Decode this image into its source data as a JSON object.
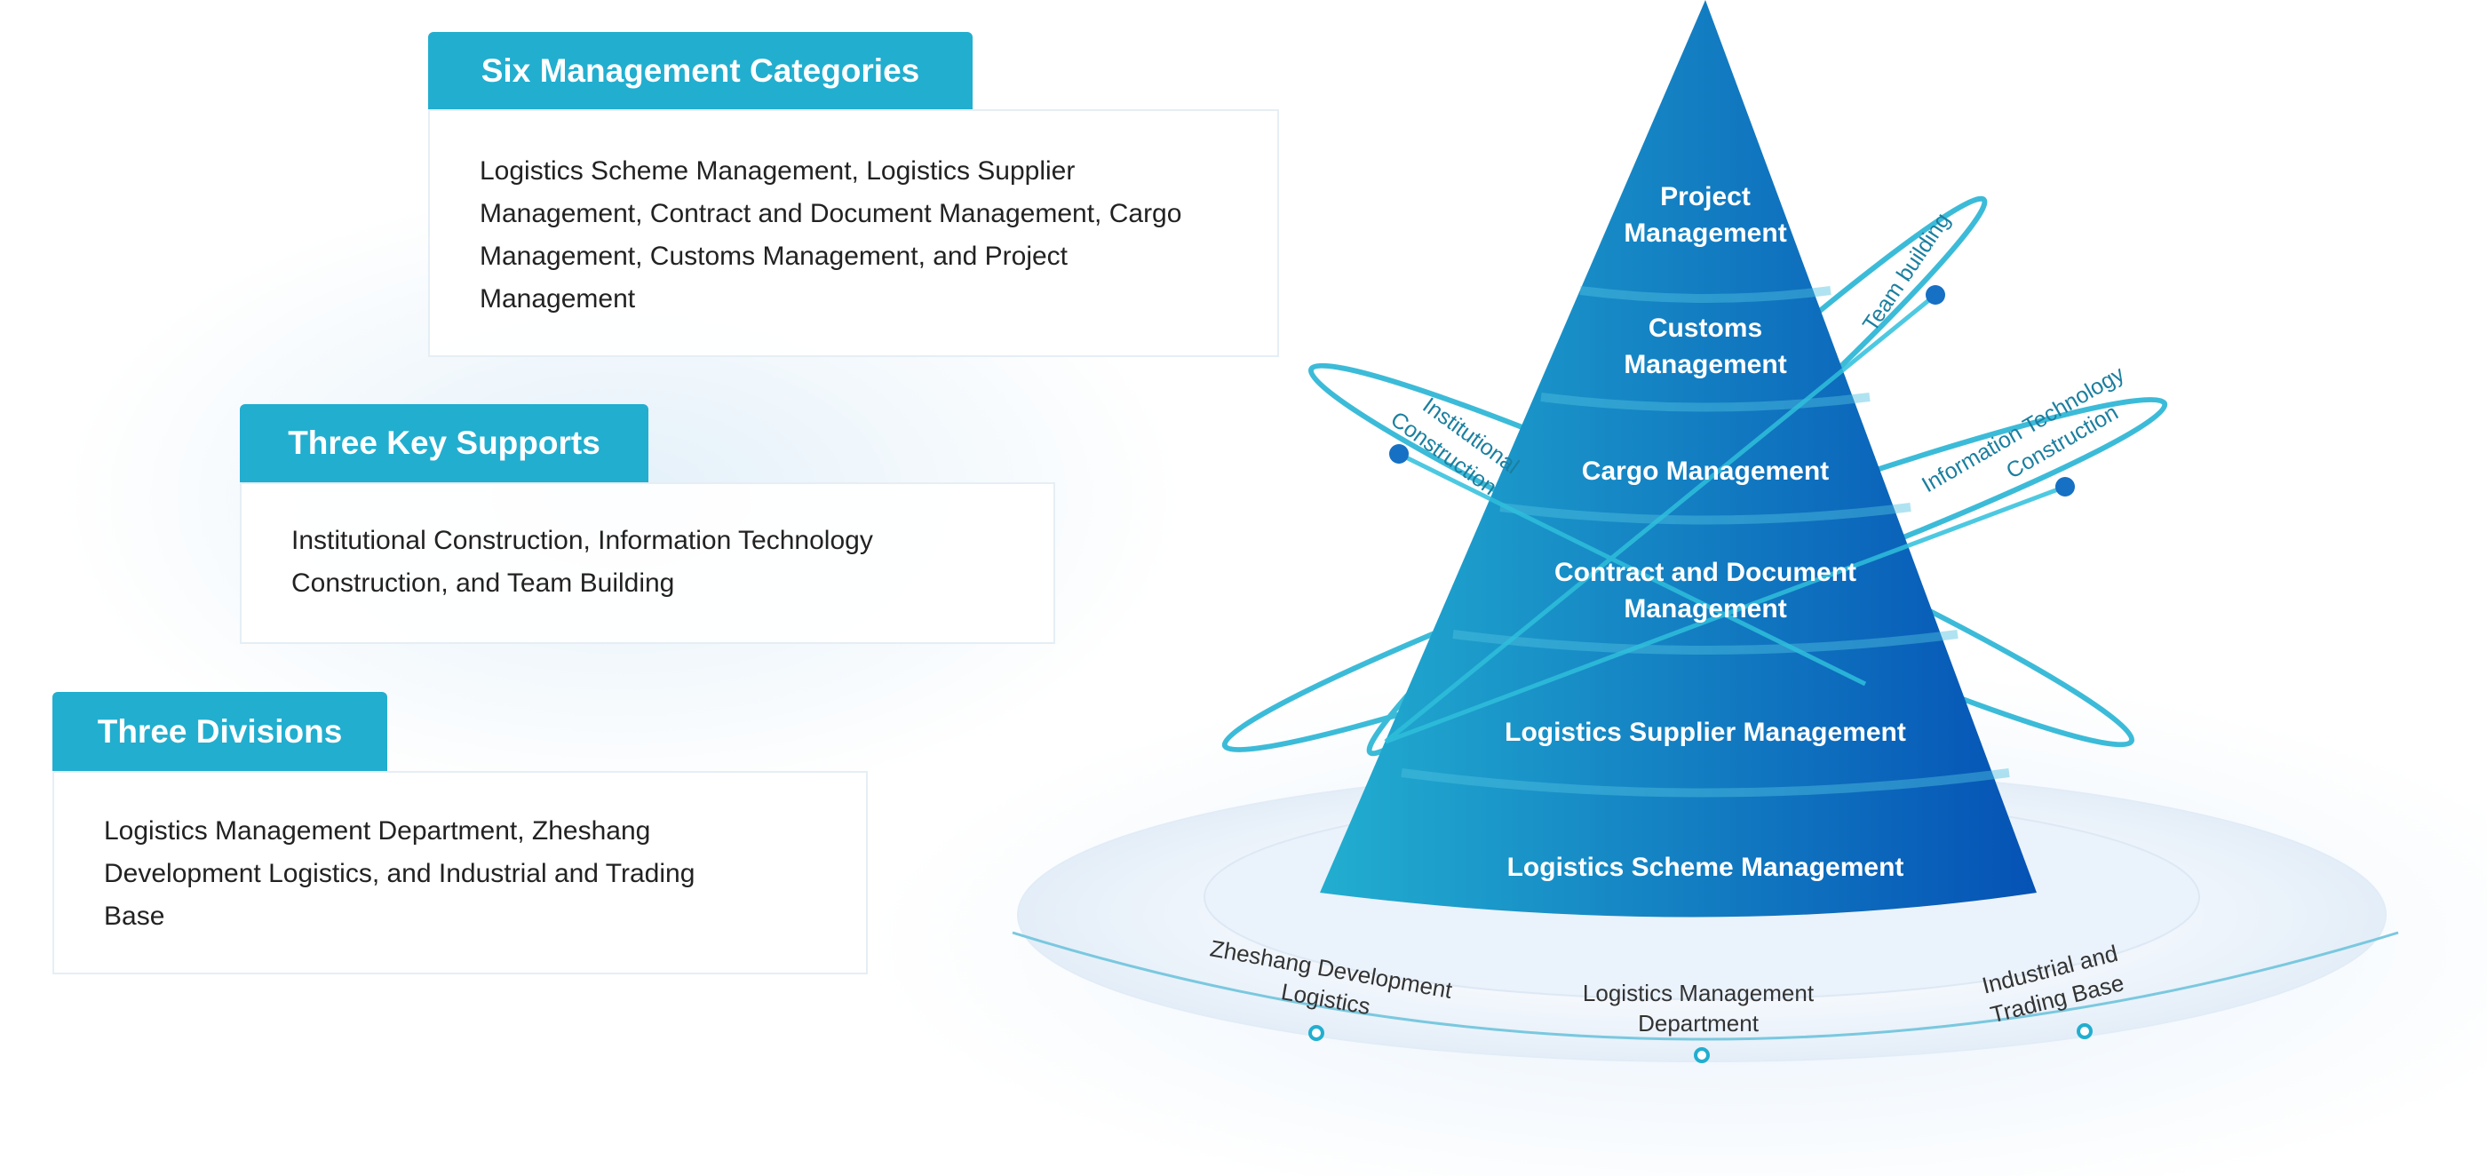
{
  "panels": [
    {
      "title": "Six Management Categories",
      "body": "Logistics Scheme Management, Logistics Supplier Management, Contract and Document Management, Cargo Management, Customs Management, and Project Management"
    },
    {
      "title": "Three Key Supports",
      "body": "Institutional Construction, Information Technology Construction, and Team Building"
    },
    {
      "title": "Three Divisions",
      "body": "Logistics Management Department, Zheshang Development Logistics, and Industrial and Trading Base"
    }
  ],
  "pyramid": {
    "tiers": [
      [
        "Project",
        "Management"
      ],
      [
        "Customs",
        "Management"
      ],
      [
        "Cargo Management"
      ],
      [
        "Contract and Document",
        "Management"
      ],
      [
        "Logistics Supplier Management"
      ],
      [
        "Logistics Scheme Management"
      ]
    ]
  },
  "supports": {
    "institutional": [
      "Institutional",
      "Construction"
    ],
    "team": [
      "Team building"
    ],
    "it": [
      "Information Technology",
      "Construction"
    ]
  },
  "divisions": {
    "left": [
      "Zheshang Development",
      "Logistics"
    ],
    "center": [
      "Logistics Management",
      "Department"
    ],
    "right": [
      "Industrial and",
      "Trading Base"
    ]
  },
  "colors": {
    "accent": "#22aecf",
    "pyramid_light": "#22aed0",
    "pyramid_dark": "#0552b5"
  }
}
